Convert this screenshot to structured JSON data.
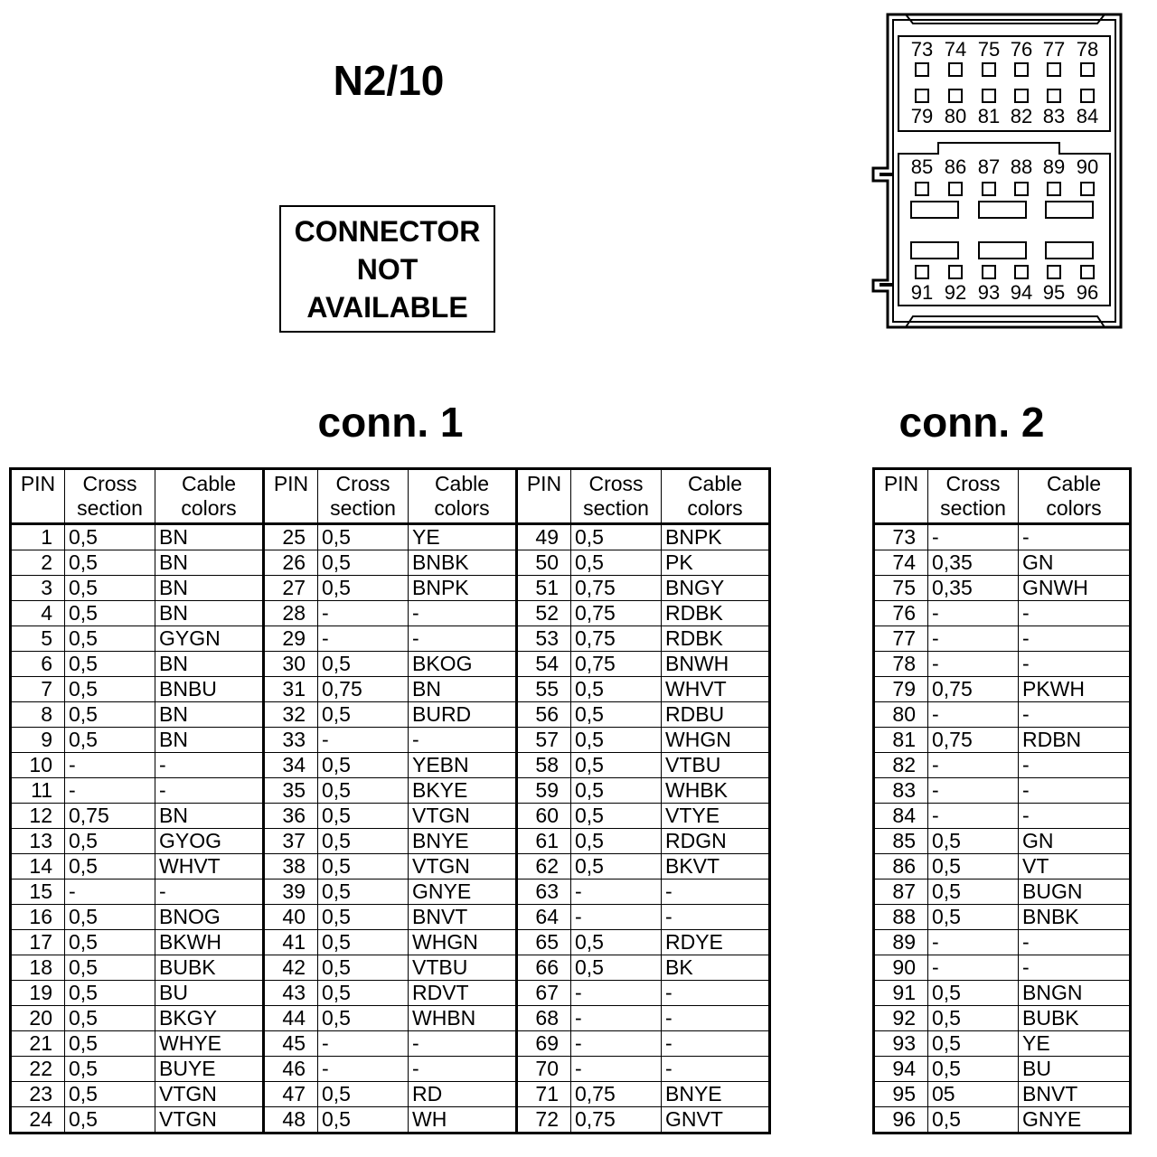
{
  "title": "N2/10",
  "notice": {
    "line1": "CONNECTOR",
    "line2": "NOT",
    "line3": "AVAILABLE"
  },
  "conn1": {
    "title": "conn. 1",
    "headers": {
      "pin": "PIN",
      "cross1": "Cross",
      "cross2": "section",
      "cable1": "Cable",
      "cable2": "colors"
    },
    "rows": [
      [
        [
          "1",
          "0,5",
          "BN"
        ],
        [
          "25",
          "0,5",
          "YE"
        ],
        [
          "49",
          "0,5",
          "BNPK"
        ]
      ],
      [
        [
          "2",
          "0,5",
          "BN"
        ],
        [
          "26",
          "0,5",
          "BNBK"
        ],
        [
          "50",
          "0,5",
          "PK"
        ]
      ],
      [
        [
          "3",
          "0,5",
          "BN"
        ],
        [
          "27",
          "0,5",
          "BNPK"
        ],
        [
          "51",
          "0,75",
          "BNGY"
        ]
      ],
      [
        [
          "4",
          "0,5",
          "BN"
        ],
        [
          "28",
          "-",
          "-"
        ],
        [
          "52",
          "0,75",
          "RDBK"
        ]
      ],
      [
        [
          "5",
          "0,5",
          "GYGN"
        ],
        [
          "29",
          "-",
          "-"
        ],
        [
          "53",
          "0,75",
          "RDBK"
        ]
      ],
      [
        [
          "6",
          "0,5",
          "BN"
        ],
        [
          "30",
          "0,5",
          "BKOG"
        ],
        [
          "54",
          "0,75",
          "BNWH"
        ]
      ],
      [
        [
          "7",
          "0,5",
          "BNBU"
        ],
        [
          "31",
          "0,75",
          "BN"
        ],
        [
          "55",
          "0,5",
          "WHVT"
        ]
      ],
      [
        [
          "8",
          "0,5",
          "BN"
        ],
        [
          "32",
          "0,5",
          "BURD"
        ],
        [
          "56",
          "0,5",
          "RDBU"
        ]
      ],
      [
        [
          "9",
          "0,5",
          "BN"
        ],
        [
          "33",
          "-",
          "-"
        ],
        [
          "57",
          "0,5",
          "WHGN"
        ]
      ],
      [
        [
          "10",
          "-",
          "-"
        ],
        [
          "34",
          "0,5",
          "YEBN"
        ],
        [
          "58",
          "0,5",
          "VTBU"
        ]
      ],
      [
        [
          "11",
          "-",
          "-"
        ],
        [
          "35",
          "0,5",
          "BKYE"
        ],
        [
          "59",
          "0,5",
          "WHBK"
        ]
      ],
      [
        [
          "12",
          "0,75",
          "BN"
        ],
        [
          "36",
          "0,5",
          "VTGN"
        ],
        [
          "60",
          "0,5",
          "VTYE"
        ]
      ],
      [
        [
          "13",
          "0,5",
          "GYOG"
        ],
        [
          "37",
          "0,5",
          "BNYE"
        ],
        [
          "61",
          "0,5",
          "RDGN"
        ]
      ],
      [
        [
          "14",
          "0,5",
          "WHVT"
        ],
        [
          "38",
          "0,5",
          "VTGN"
        ],
        [
          "62",
          "0,5",
          "BKVT"
        ]
      ],
      [
        [
          "15",
          "-",
          "-"
        ],
        [
          "39",
          "0,5",
          "GNYE"
        ],
        [
          "63",
          "-",
          "-"
        ]
      ],
      [
        [
          "16",
          "0,5",
          "BNOG"
        ],
        [
          "40",
          "0,5",
          "BNVT"
        ],
        [
          "64",
          "-",
          "-"
        ]
      ],
      [
        [
          "17",
          "0,5",
          "BKWH"
        ],
        [
          "41",
          "0,5",
          "WHGN"
        ],
        [
          "65",
          "0,5",
          "RDYE"
        ]
      ],
      [
        [
          "18",
          "0,5",
          "BUBK"
        ],
        [
          "42",
          "0,5",
          "VTBU"
        ],
        [
          "66",
          "0,5",
          "BK"
        ]
      ],
      [
        [
          "19",
          "0,5",
          "BU"
        ],
        [
          "43",
          "0,5",
          "RDVT"
        ],
        [
          "67",
          "-",
          "-"
        ]
      ],
      [
        [
          "20",
          "0,5",
          "BKGY"
        ],
        [
          "44",
          "0,5",
          "WHBN"
        ],
        [
          "68",
          "-",
          "-"
        ]
      ],
      [
        [
          "21",
          "0,5",
          "WHYE"
        ],
        [
          "45",
          "-",
          "-"
        ],
        [
          "69",
          "-",
          "-"
        ]
      ],
      [
        [
          "22",
          "0,5",
          "BUYE"
        ],
        [
          "46",
          "-",
          "-"
        ],
        [
          "70",
          "-",
          "-"
        ]
      ],
      [
        [
          "23",
          "0,5",
          "VTGN"
        ],
        [
          "47",
          "0,5",
          "RD"
        ],
        [
          "71",
          "0,75",
          "BNYE"
        ]
      ],
      [
        [
          "24",
          "0,5",
          "VTGN"
        ],
        [
          "48",
          "0,5",
          "WH"
        ],
        [
          "72",
          "0,75",
          "GNVT"
        ]
      ]
    ]
  },
  "conn2": {
    "title": "conn. 2",
    "headers": {
      "pin": "PIN",
      "cross1": "Cross",
      "cross2": "section",
      "cable1": "Cable",
      "cable2": "colors"
    },
    "rows": [
      [
        "73",
        "-",
        "-"
      ],
      [
        "74",
        "0,35",
        "GN"
      ],
      [
        "75",
        "0,35",
        "GNWH"
      ],
      [
        "76",
        "-",
        "-"
      ],
      [
        "77",
        "-",
        "-"
      ],
      [
        "78",
        "-",
        "-"
      ],
      [
        "79",
        "0,75",
        "PKWH"
      ],
      [
        "80",
        "-",
        "-"
      ],
      [
        "81",
        "0,75",
        "RDBN"
      ],
      [
        "82",
        "-",
        "-"
      ],
      [
        "83",
        "-",
        "-"
      ],
      [
        "84",
        "-",
        "-"
      ],
      [
        "85",
        "0,5",
        "GN"
      ],
      [
        "86",
        "0,5",
        "VT"
      ],
      [
        "87",
        "0,5",
        "BUGN"
      ],
      [
        "88",
        "0,5",
        "BNBK"
      ],
      [
        "89",
        "-",
        "-"
      ],
      [
        "90",
        "-",
        "-"
      ],
      [
        "91",
        "0,5",
        "BNGN"
      ],
      [
        "92",
        "0,5",
        "BUBK"
      ],
      [
        "93",
        "0,5",
        "YE"
      ],
      [
        "94",
        "0,5",
        "BU"
      ],
      [
        "95",
        "05",
        "BNVT"
      ],
      [
        "96",
        "0,5",
        "GNYE"
      ]
    ]
  },
  "connector_diagram": {
    "top_row1": [
      "73",
      "74",
      "75",
      "76",
      "77",
      "78"
    ],
    "top_row2": [
      "79",
      "80",
      "81",
      "82",
      "83",
      "84"
    ],
    "bottom_row1": [
      "85",
      "86",
      "87",
      "88",
      "89",
      "90"
    ],
    "bottom_row2": [
      "91",
      "92",
      "93",
      "94",
      "95",
      "96"
    ]
  }
}
